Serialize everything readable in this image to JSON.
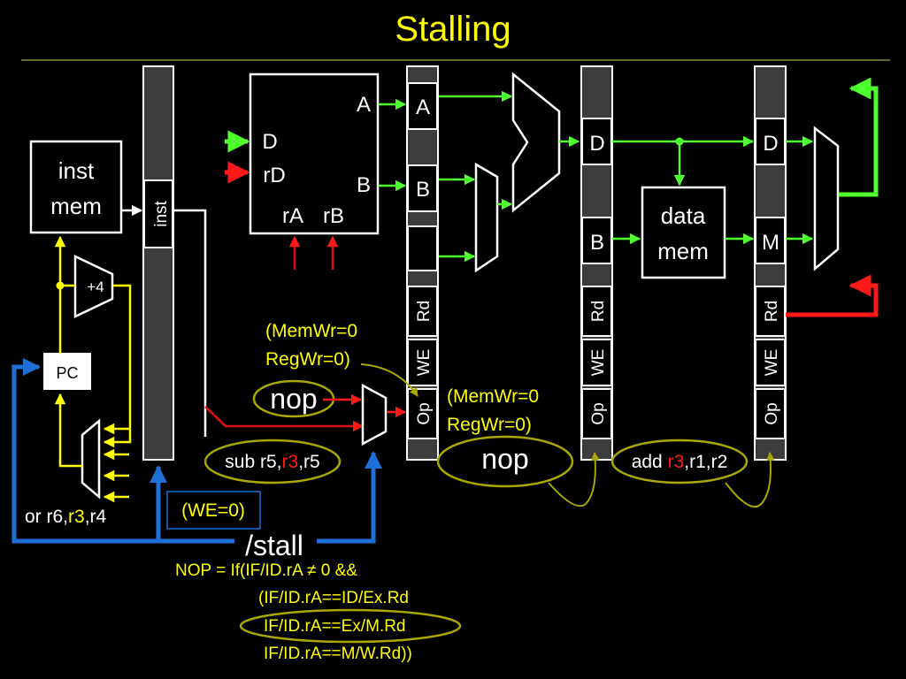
{
  "slide": {
    "title": "Stalling",
    "colors": {
      "background": "#000000",
      "title": "#ffff00",
      "green": "#4dff2e",
      "red": "#ff1a1a",
      "blue": "#1e6fd6",
      "yellow": "#ffff00",
      "olive": "#a8a800",
      "stage_fill": "#3c3c3c"
    }
  },
  "blocks": {
    "inst_mem": [
      "inst",
      "mem"
    ],
    "pc": "PC",
    "adder": "+4",
    "data_mem": [
      "data",
      "mem"
    ],
    "regfile": {
      "a_out": "A",
      "b_out": "B",
      "d_in": "D",
      "rd_in": "rD",
      "ra_in": "rA",
      "rb_in": "rB"
    }
  },
  "registers": {
    "if_id": {
      "label": "inst"
    },
    "id_ex": {
      "fields": [
        "A",
        "B",
        "Rd",
        "WE",
        "Op"
      ]
    },
    "ex_mem": {
      "fields": [
        "D",
        "B",
        "Rd",
        "WE",
        "Op"
      ]
    },
    "mem_wb": {
      "fields": [
        "D",
        "M",
        "Rd",
        "WE",
        "Op"
      ]
    }
  },
  "annotations": {
    "memwr_regwr_1": [
      "(MemWr=0",
      "RegWr=0)"
    ],
    "memwr_regwr_2": [
      "(MemWr=0",
      "RegWr=0)"
    ],
    "nop_1": "nop",
    "nop_2": "nop",
    "instr_if": {
      "pre": "or r6,",
      "hl": "r3",
      "post": ",r4"
    },
    "instr_id": {
      "pre": "sub r5,",
      "hl": "r3",
      "post": ",r5"
    },
    "instr_mem": {
      "pre": "add ",
      "hl": "r3",
      "post": ",r1,r2"
    },
    "we_zero": "(WE=0)",
    "stall": "/stall",
    "nop_eq": [
      "NOP = If(IF/ID.rA ≠ 0 &&",
      "(IF/ID.rA==ID/Ex.Rd",
      "IF/ID.rA==Ex/M.Rd",
      "IF/ID.rA==M/W.Rd))"
    ]
  }
}
